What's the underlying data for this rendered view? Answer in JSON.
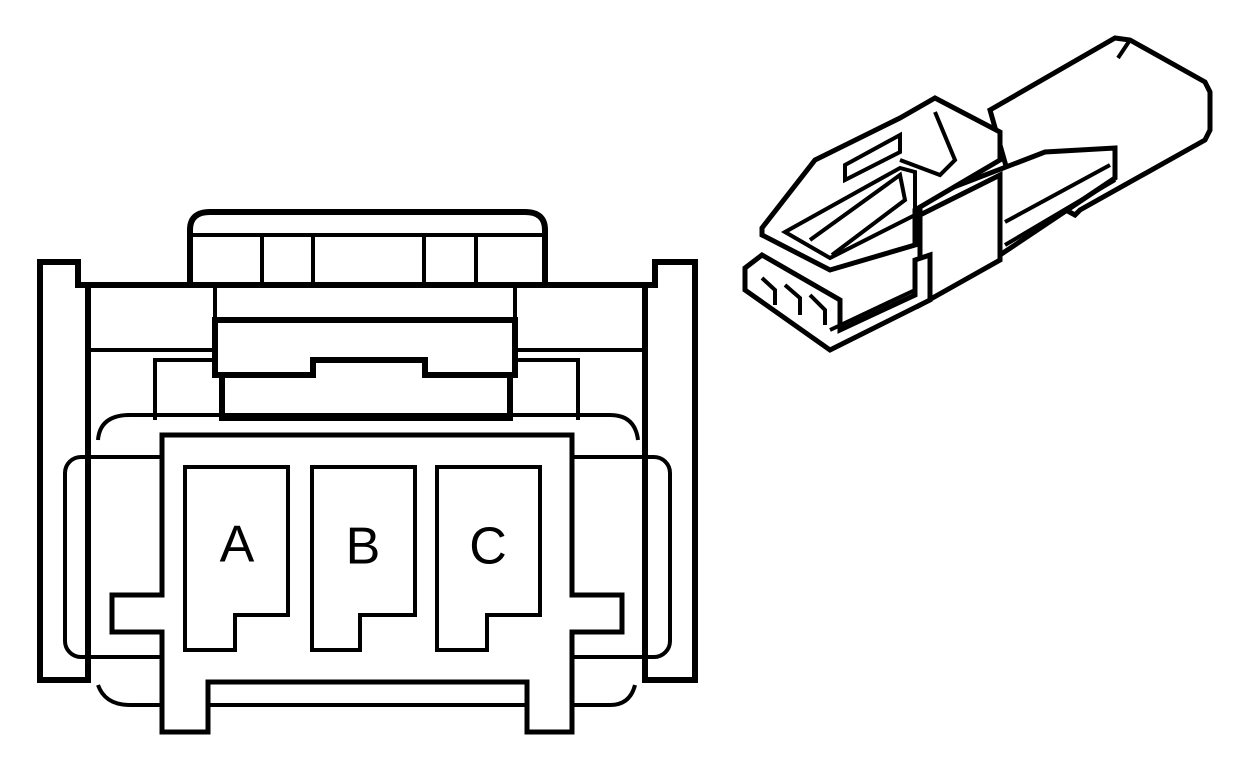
{
  "connector_face": {
    "cavities": [
      {
        "label": "A"
      },
      {
        "label": "B"
      },
      {
        "label": "C"
      }
    ]
  },
  "colors": {
    "line": "#000000",
    "background": "#ffffff"
  }
}
